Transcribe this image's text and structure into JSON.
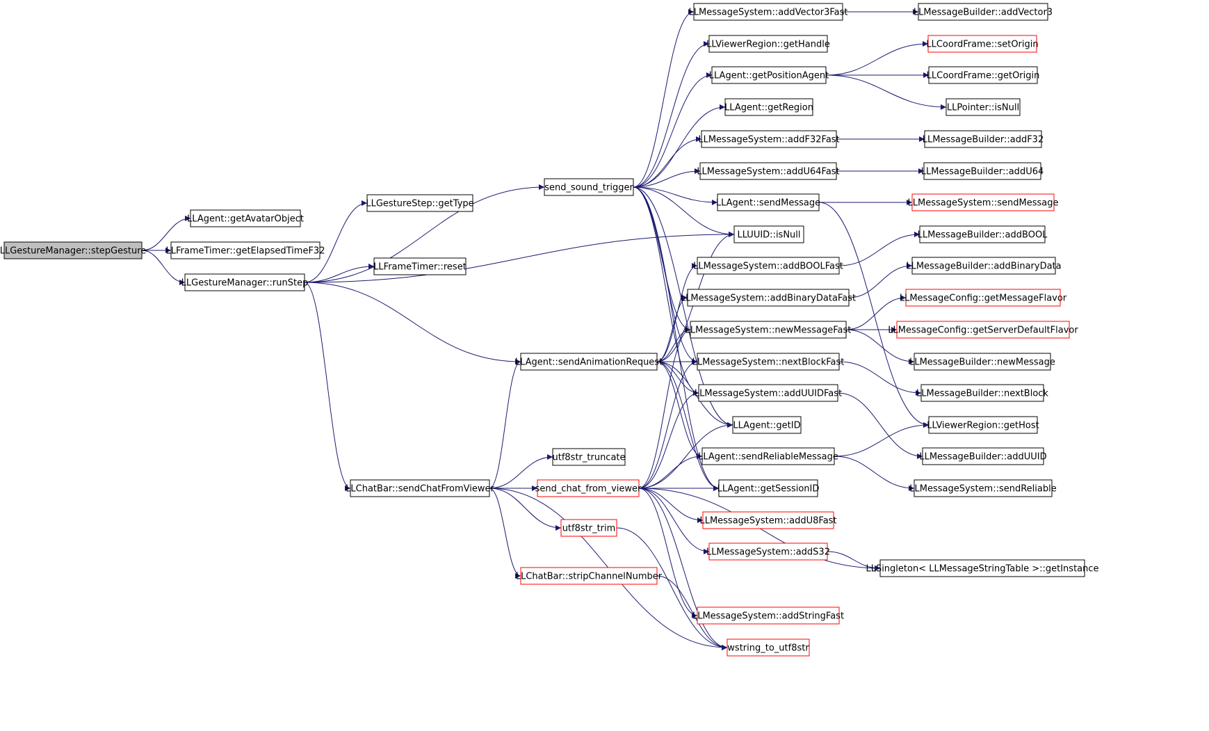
{
  "colors": {
    "edge": "#191970",
    "border_normal": "#000000",
    "border_truncated": "#ff0000",
    "root_fill": "#bfbfbf",
    "node_fill": "#ffffff"
  },
  "nodes": [
    {
      "id": "stepGesture",
      "label": "LLGestureManager::stepGesture",
      "style": "root"
    },
    {
      "id": "getAvatarObject",
      "label": "LLAgent::getAvatarObject",
      "style": "normal"
    },
    {
      "id": "getElapsedTimeF32",
      "label": "LLFrameTimer::getElapsedTimeF32",
      "style": "normal"
    },
    {
      "id": "runStep",
      "label": "LLGestureManager::runStep",
      "style": "normal"
    },
    {
      "id": "getType",
      "label": "LLGestureStep::getType",
      "style": "normal"
    },
    {
      "id": "reset",
      "label": "LLFrameTimer::reset",
      "style": "normal"
    },
    {
      "id": "send_sound_trigger",
      "label": "send_sound_trigger",
      "style": "normal"
    },
    {
      "id": "sendAnimationRequest",
      "label": "LLAgent::sendAnimationRequest",
      "style": "normal"
    },
    {
      "id": "sendChatFromViewer",
      "label": "LLChatBar::sendChatFromViewer",
      "style": "normal"
    },
    {
      "id": "utf8str_truncate",
      "label": "utf8str_truncate",
      "style": "normal"
    },
    {
      "id": "send_chat_from_viewer",
      "label": "send_chat_from_viewer",
      "style": "truncated"
    },
    {
      "id": "utf8str_trim",
      "label": "utf8str_trim",
      "style": "truncated"
    },
    {
      "id": "stripChannelNumber",
      "label": "LLChatBar::stripChannelNumber",
      "style": "truncated"
    },
    {
      "id": "addVector3Fast",
      "label": "LLMessageSystem::addVector3Fast",
      "style": "normal"
    },
    {
      "id": "getHandle",
      "label": "LLViewerRegion::getHandle",
      "style": "normal"
    },
    {
      "id": "getPositionAgent",
      "label": "LLAgent::getPositionAgent",
      "style": "normal"
    },
    {
      "id": "getRegion",
      "label": "LLAgent::getRegion",
      "style": "normal"
    },
    {
      "id": "addF32Fast",
      "label": "LLMessageSystem::addF32Fast",
      "style": "normal"
    },
    {
      "id": "addU64Fast",
      "label": "LLMessageSystem::addU64Fast",
      "style": "normal"
    },
    {
      "id": "sendMessage",
      "label": "LLAgent::sendMessage",
      "style": "normal"
    },
    {
      "id": "isNull_uuid",
      "label": "LLUUID::isNull",
      "style": "normal"
    },
    {
      "id": "addBOOLFast",
      "label": "LLMessageSystem::addBOOLFast",
      "style": "normal"
    },
    {
      "id": "addBinaryDataFast",
      "label": "LLMessageSystem::addBinaryDataFast",
      "style": "normal"
    },
    {
      "id": "newMessageFast",
      "label": "LLMessageSystem::newMessageFast",
      "style": "normal"
    },
    {
      "id": "nextBlockFast",
      "label": "LLMessageSystem::nextBlockFast",
      "style": "normal"
    },
    {
      "id": "addUUIDFast",
      "label": "LLMessageSystem::addUUIDFast",
      "style": "normal"
    },
    {
      "id": "getID",
      "label": "LLAgent::getID",
      "style": "normal"
    },
    {
      "id": "sendReliableMessage",
      "label": "LLAgent::sendReliableMessage",
      "style": "normal"
    },
    {
      "id": "getSessionID",
      "label": "LLAgent::getSessionID",
      "style": "normal"
    },
    {
      "id": "addU8Fast",
      "label": "LLMessageSystem::addU8Fast",
      "style": "truncated"
    },
    {
      "id": "addS32",
      "label": "LLMessageSystem::addS32",
      "style": "truncated"
    },
    {
      "id": "addStringFast",
      "label": "LLMessageSystem::addStringFast",
      "style": "truncated"
    },
    {
      "id": "wstring_to_utf8str",
      "label": "wstring_to_utf8str",
      "style": "truncated"
    },
    {
      "id": "mb_addVector3",
      "label": "LLMessageBuilder::addVector3",
      "style": "normal"
    },
    {
      "id": "setOrigin",
      "label": "LLCoordFrame::setOrigin",
      "style": "truncated"
    },
    {
      "id": "getOrigin",
      "label": "LLCoordFrame::getOrigin",
      "style": "normal"
    },
    {
      "id": "pointer_isNull",
      "label": "LLPointer::isNull",
      "style": "normal"
    },
    {
      "id": "mb_addF32",
      "label": "LLMessageBuilder::addF32",
      "style": "normal"
    },
    {
      "id": "mb_addU64",
      "label": "LLMessageBuilder::addU64",
      "style": "normal"
    },
    {
      "id": "ms_sendMessage",
      "label": "LLMessageSystem::sendMessage",
      "style": "truncated"
    },
    {
      "id": "mb_addBOOL",
      "label": "LLMessageBuilder::addBOOL",
      "style": "normal"
    },
    {
      "id": "mb_addBinaryData",
      "label": "LLMessageBuilder::addBinaryData",
      "style": "normal"
    },
    {
      "id": "getMessageFlavor",
      "label": "LLMessageConfig::getMessageFlavor",
      "style": "truncated"
    },
    {
      "id": "getServerDefaultFlavor",
      "label": "LLMessageConfig::getServerDefaultFlavor",
      "style": "truncated"
    },
    {
      "id": "mb_newMessage",
      "label": "LLMessageBuilder::newMessage",
      "style": "normal"
    },
    {
      "id": "mb_nextBlock",
      "label": "LLMessageBuilder::nextBlock",
      "style": "normal"
    },
    {
      "id": "getHost",
      "label": "LLViewerRegion::getHost",
      "style": "normal"
    },
    {
      "id": "mb_addUUID",
      "label": "LLMessageBuilder::addUUID",
      "style": "normal"
    },
    {
      "id": "sendReliable",
      "label": "LLMessageSystem::sendReliable",
      "style": "normal"
    },
    {
      "id": "getInstance",
      "label": "LLSingleton< LLMessageStringTable >::getInstance",
      "style": "normal"
    }
  ],
  "edges": [
    [
      "stepGesture",
      "getAvatarObject"
    ],
    [
      "stepGesture",
      "getElapsedTimeF32"
    ],
    [
      "stepGesture",
      "runStep"
    ],
    [
      "runStep",
      "getType"
    ],
    [
      "runStep",
      "reset"
    ],
    [
      "runStep",
      "send_sound_trigger"
    ],
    [
      "runStep",
      "isNull_uuid"
    ],
    [
      "runStep",
      "sendAnimationRequest"
    ],
    [
      "runStep",
      "sendChatFromViewer"
    ],
    [
      "send_sound_trigger",
      "addVector3Fast"
    ],
    [
      "send_sound_trigger",
      "getHandle"
    ],
    [
      "send_sound_trigger",
      "getPositionAgent"
    ],
    [
      "send_sound_trigger",
      "getRegion"
    ],
    [
      "send_sound_trigger",
      "addF32Fast"
    ],
    [
      "send_sound_trigger",
      "addU64Fast"
    ],
    [
      "send_sound_trigger",
      "sendMessage"
    ],
    [
      "send_sound_trigger",
      "isNull_uuid"
    ],
    [
      "send_sound_trigger",
      "newMessageFast"
    ],
    [
      "send_sound_trigger",
      "nextBlockFast"
    ],
    [
      "send_sound_trigger",
      "addUUIDFast"
    ],
    [
      "send_sound_trigger",
      "getID"
    ],
    [
      "send_sound_trigger",
      "getSessionID"
    ],
    [
      "sendAnimationRequest",
      "isNull_uuid"
    ],
    [
      "sendAnimationRequest",
      "addBOOLFast"
    ],
    [
      "sendAnimationRequest",
      "addBinaryDataFast"
    ],
    [
      "sendAnimationRequest",
      "newMessageFast"
    ],
    [
      "sendAnimationRequest",
      "nextBlockFast"
    ],
    [
      "sendAnimationRequest",
      "addUUIDFast"
    ],
    [
      "sendAnimationRequest",
      "getID"
    ],
    [
      "sendAnimationRequest",
      "sendReliableMessage"
    ],
    [
      "sendAnimationRequest",
      "getSessionID"
    ],
    [
      "sendChatFromViewer",
      "sendAnimationRequest"
    ],
    [
      "sendChatFromViewer",
      "utf8str_truncate"
    ],
    [
      "sendChatFromViewer",
      "send_chat_from_viewer"
    ],
    [
      "sendChatFromViewer",
      "utf8str_trim"
    ],
    [
      "sendChatFromViewer",
      "stripChannelNumber"
    ],
    [
      "sendChatFromViewer",
      "wstring_to_utf8str"
    ],
    [
      "send_chat_from_viewer",
      "newMessageFast"
    ],
    [
      "send_chat_from_viewer",
      "nextBlockFast"
    ],
    [
      "send_chat_from_viewer",
      "addUUIDFast"
    ],
    [
      "send_chat_from_viewer",
      "getID"
    ],
    [
      "send_chat_from_viewer",
      "sendReliableMessage"
    ],
    [
      "send_chat_from_viewer",
      "getSessionID"
    ],
    [
      "send_chat_from_viewer",
      "addU8Fast"
    ],
    [
      "send_chat_from_viewer",
      "addS32"
    ],
    [
      "send_chat_from_viewer",
      "addStringFast"
    ],
    [
      "send_chat_from_viewer",
      "getInstance"
    ],
    [
      "send_chat_from_viewer",
      "wstring_to_utf8str"
    ],
    [
      "utf8str_trim",
      "wstring_to_utf8str"
    ],
    [
      "stripChannelNumber",
      "wstring_to_utf8str"
    ],
    [
      "addVector3Fast",
      "mb_addVector3"
    ],
    [
      "getPositionAgent",
      "setOrigin"
    ],
    [
      "getPositionAgent",
      "getOrigin"
    ],
    [
      "getPositionAgent",
      "pointer_isNull"
    ],
    [
      "addF32Fast",
      "mb_addF32"
    ],
    [
      "addU64Fast",
      "mb_addU64"
    ],
    [
      "sendMessage",
      "ms_sendMessage"
    ],
    [
      "sendMessage",
      "getHost"
    ],
    [
      "addBOOLFast",
      "mb_addBOOL"
    ],
    [
      "addBinaryDataFast",
      "mb_addBinaryData"
    ],
    [
      "newMessageFast",
      "getMessageFlavor"
    ],
    [
      "newMessageFast",
      "getServerDefaultFlavor"
    ],
    [
      "newMessageFast",
      "mb_newMessage"
    ],
    [
      "nextBlockFast",
      "mb_nextBlock"
    ],
    [
      "addUUIDFast",
      "mb_addUUID"
    ],
    [
      "sendReliableMessage",
      "getHost"
    ],
    [
      "sendReliableMessage",
      "sendReliable"
    ],
    [
      "addS32",
      "getInstance"
    ]
  ]
}
